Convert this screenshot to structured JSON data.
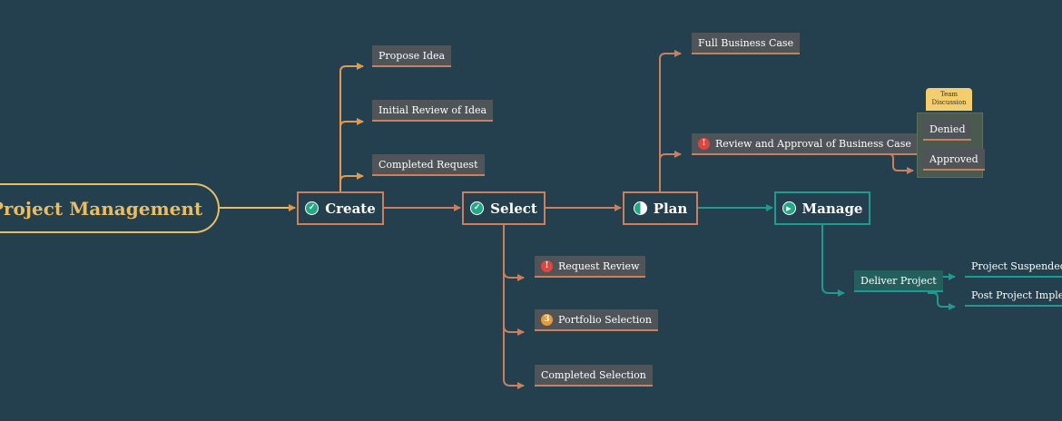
{
  "colors": {
    "background": "#243f4d",
    "root": "#e9bd63",
    "orange_branch": "#c8805f",
    "create_branch": "#e39a4f",
    "teal_branch": "#1e9b8e",
    "group_label": "#f4cd6c"
  },
  "root": {
    "label": "Project Management"
  },
  "stages": {
    "create": {
      "label": "Create",
      "icon": "check-circle-icon"
    },
    "select": {
      "label": "Select",
      "icon": "check-circle-icon"
    },
    "plan": {
      "label": "Plan",
      "icon": "half-circle-icon"
    },
    "manage": {
      "label": "Manage",
      "icon": "play-circle-icon"
    }
  },
  "create_items": [
    "Propose Idea",
    "Initial Review of Idea",
    "Completed Request"
  ],
  "select_items": {
    "request_review": {
      "label": "Request Review",
      "badge": "!"
    },
    "portfolio_selection": {
      "label": "Portfolio Selection",
      "badge": "3"
    },
    "completed_selection": {
      "label": "Completed Selection"
    }
  },
  "plan_items": {
    "full_business_case": "Full Business Case",
    "review_approval": {
      "label": "Review and Approval of Business Case",
      "badge": "!"
    }
  },
  "team_discussion": {
    "label": "Team Discussion",
    "items": [
      "Denied",
      "Approved"
    ]
  },
  "manage_items": {
    "deliver_project": "Deliver Project",
    "outcomes": [
      "Project Suspended",
      "Post Project Impleme"
    ]
  }
}
